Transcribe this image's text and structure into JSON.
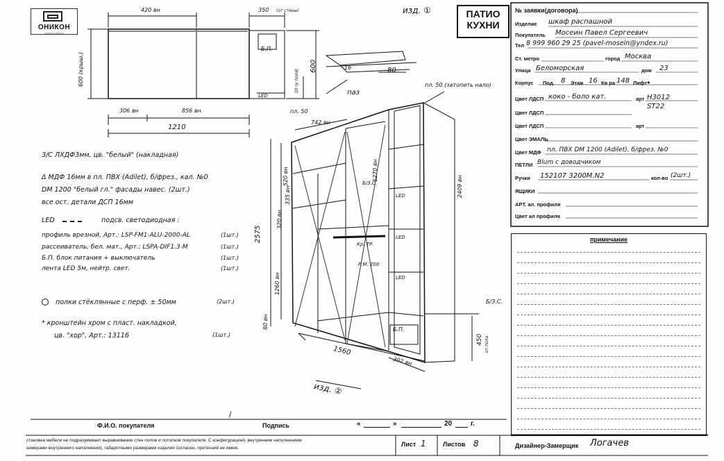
{
  "logo": {
    "company": "ОНИКОН",
    "tagline": "ФАБРИКА МЕБЕЛИ"
  },
  "brand": {
    "line1": "ПАТИО",
    "line2": "КУХНИ"
  },
  "drawings": {
    "item1": "изд. ①",
    "item2": "изд. ②",
    "top": {
      "dim_420": "420 вн",
      "dim_350": "350",
      "dim_350_note": "(от стены)",
      "dim_600_left": "600 (крыш.)",
      "dim_600_right": "600",
      "dim_20": "20 (у пола)",
      "dim_306": "306 вн",
      "dim_856": "856 вн",
      "dim_1210": "1210",
      "bp": "Б.П.",
      "led": "LED",
      "pl50": "пл. 50",
      "paz": "паз",
      "dim_16": "16",
      "dim_80": "80"
    },
    "iso": {
      "pl50_top": "пл. 50 (затопить нало)",
      "dim_742": "742 вн",
      "dim_520": "520 вн",
      "dim_320": "320 вн",
      "dim_335": "335 вн",
      "dim_1260": "1260 вн",
      "dim_80": "80 вн",
      "dim_2575": "2575",
      "dim_2409": "2409 вн",
      "dim_1270": "1270 вн",
      "dim_1560": "1560",
      "dim_302": "302 вн",
      "dim_450": "450",
      "dim_450_note": "от пола",
      "bzs": "Б/З.С.",
      "bzs_left": "Б/З.С.",
      "kr": "Кр. ТР.",
      "rm": "Р.М. 200",
      "led1": "LED",
      "led2": "LED",
      "led3": "LED",
      "bp": "Б.П."
    }
  },
  "specs": {
    "line1": "З/С ЛХДФ3мм, цв. \"белый\" (накладная)",
    "line2": "Δ МДФ 16мм в пл. ПВХ (Adilet), б/фрез., кал. №0",
    "line3": "DM 1200 \"белый гл.\" фасады навес. (2шт.)",
    "line4": "все ост. детали ДСП 16мм",
    "led_label": "LED",
    "led_desc": "подсв. светодиодная :",
    "l5": "профиль врезной, Арт.: LSP-FM1-ALU-2000-AL",
    "l5q": "(1шт.)",
    "l6": "рассеиватель, бел. мат., Арт.: LSPA-DIF1.3-M",
    "l6q": "(1шт.)",
    "l7": "Б.П. блок питания + выключатель",
    "l7q": "(1шт.)",
    "l8": "лента LED 5м, нейтр. свет.",
    "l8q": "(1шт.)",
    "shelf": "полки стёклянные с перф. ± 50мм",
    "shelf_q": "(2шт.)",
    "l9": "* кронштейн хром с пласт. накладкой,",
    "l10": "цв. \"хор\", Арт.: 13116",
    "l10q": "(1шт.)"
  },
  "form": {
    "order_label": "№ заявки(договора)",
    "order_value": "",
    "item_label": "Изделие",
    "item_value": "шкаф распашной",
    "buyer_label": "Покупатель",
    "buyer_value": "Мосеин Павел Сергеевич",
    "phone_label": "Тел",
    "phone_value": "8 999 960 29 25 (pavel-mosein@yndex.ru)",
    "metro_label": "Ст. метро",
    "metro_value": "",
    "city_label": "город",
    "city_value": "Москва",
    "street_label": "Улица",
    "street_value": "Беломорская",
    "house_label": "дом",
    "house_value": "23",
    "korpus_label": "Корпус",
    "korpus_value": "",
    "pod_label": "Под.",
    "pod_value": "8",
    "floor_label": "Этаж",
    "floor_value": "16",
    "flat_label": "Кв ра",
    "flat_value": "148",
    "lift_label": "Лифт",
    "lift_value": "●",
    "dsp1_label": "Цвет ЛДСП",
    "dsp1_value": "коко - боло кат.",
    "art_label1": "арт",
    "art1_value": "Н3012 ST22",
    "dsp2_label": "Цвет ЛДСП",
    "dsp2_value": "",
    "dsp3_label": "Цвет ЛДСП",
    "dsp3_value": "",
    "art_label3": "арт",
    "email_label": "Цвет ЭМАЛЬ",
    "email_value": "",
    "mdf_label": "Цвет МДФ",
    "mdf_value": "пл. ПВХ DM 1200 (Adilet), б/фрез. №0",
    "hinge_label": "ПЕТЛИ",
    "hinge_value": "Blum с доводчиком",
    "handle_label": "Ручки",
    "handle_value": "152107 3200M.N2",
    "qty_label": "кол-во",
    "qty_value": "(2шт.)",
    "drawer_label": "ЯЩИКИ",
    "art_prof_label": "АРТ. ал. профиля",
    "color_prof_label": "Цвет ал профиля"
  },
  "notes": {
    "title": "примечание"
  },
  "footer": {
    "fio": "Ф.И.О. покупателя",
    "sign": "Подпись",
    "date_open": "«",
    "date_mid": "»",
    "year": "20",
    "year_suffix": "г.",
    "slash": "/",
    "disclaimer1": "становка мебели не подразумевает выравнивание стен полов и потолков покупателя. С конфигурацией, внутренним наполнением",
    "disclaimer2": "азмерами внутреннего наполнения), габаритными размерами изделия согласен, претензий не имею.",
    "sheet_label": "Лист",
    "sheet_value": "1",
    "sheets_label": "Листов",
    "sheets_value": "8",
    "designer_label": "Дизайнер-Замерщик",
    "designer_value": "Логачев"
  }
}
